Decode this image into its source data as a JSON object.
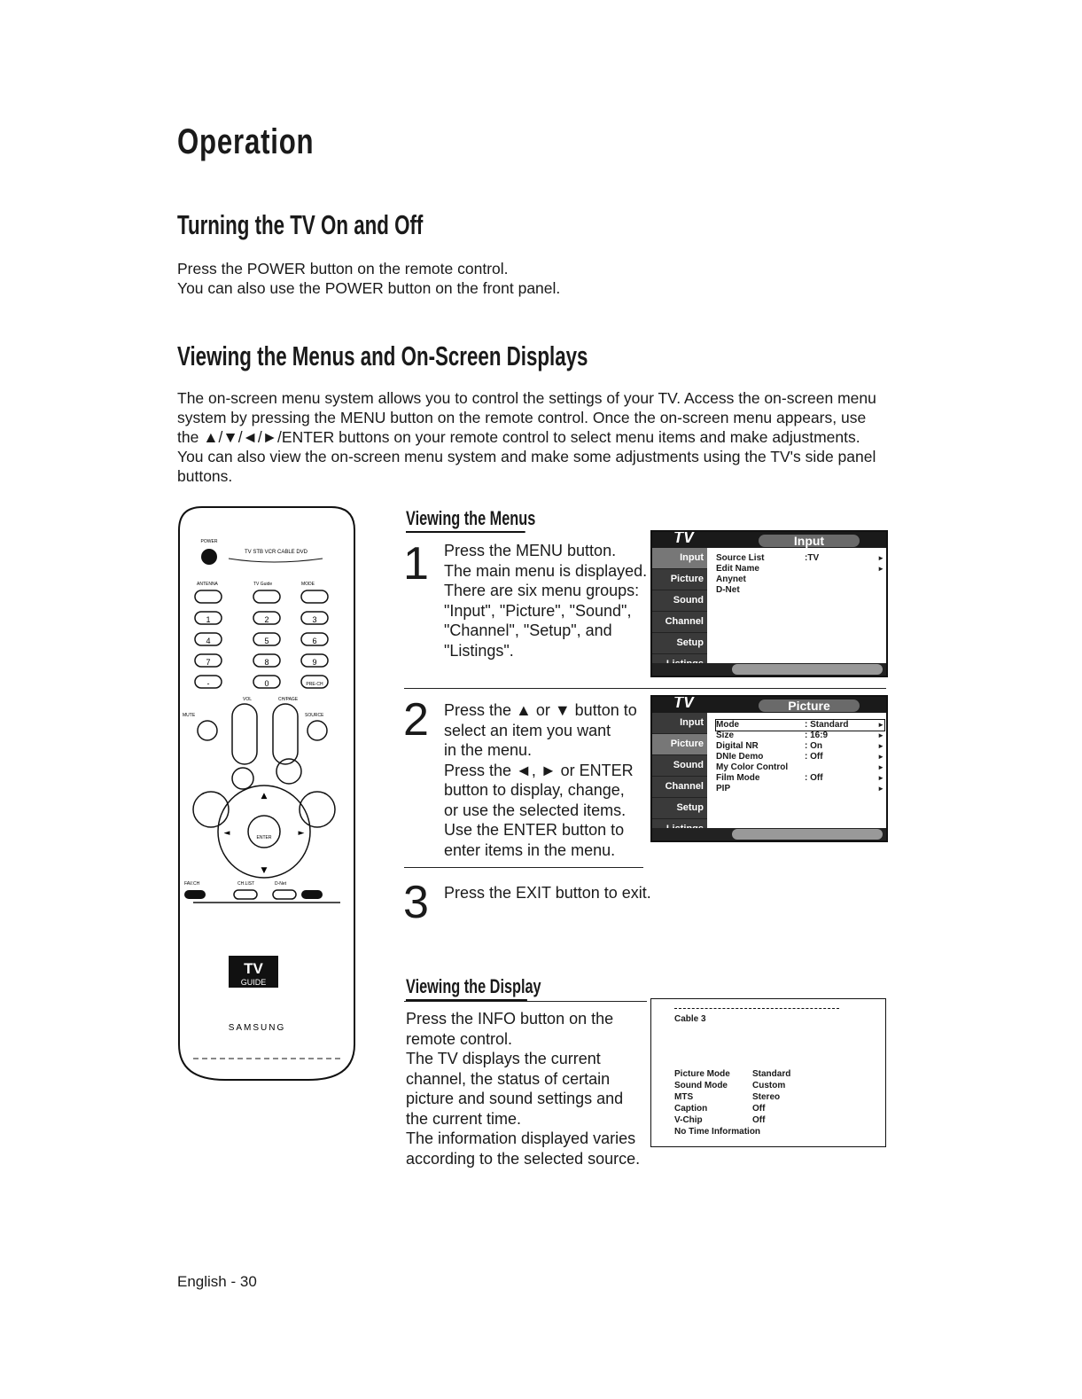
{
  "page_title": "Operation",
  "section1": {
    "heading": "Turning the TV On and Off",
    "lines": [
      "Press the POWER button on the remote control.",
      "You can also use the POWER button on the front panel."
    ]
  },
  "section2": {
    "heading": "Viewing the Menus and On-Screen Displays",
    "lines": [
      "The on-screen menu system allows you to control the settings of your TV. Access the on-screen menu",
      "system by pressing the MENU button on the remote control. Once the on-screen menu appears, use",
      "the ▲/▼/◄/►/ENTER buttons on your remote control to select menu items and make adjustments.",
      "You can also view the on-screen menu system and make some adjustments using the TV's side panel",
      "buttons."
    ]
  },
  "viewing_menus": {
    "heading": "Viewing the Menus",
    "steps": [
      {
        "number": "1",
        "lines": [
          "Press the MENU button.",
          "The main menu is displayed.",
          "There are six menu groups:",
          "\"Input\", \"Picture\", \"Sound\",",
          "\"Channel\", \"Setup\", and",
          "\"Listings\"."
        ]
      },
      {
        "number": "2",
        "lines": [
          "Press the ▲ or ▼ button to",
          "select an item you want",
          "in the menu.",
          "Press the ◄, ► or ENTER",
          "button to display, change,",
          "or use the selected items.",
          "Use the ENTER button to",
          "enter items in the menu."
        ]
      },
      {
        "number": "3",
        "lines": [
          "Press the EXIT button to exit."
        ]
      }
    ]
  },
  "screen_input": {
    "tv_label": "TV",
    "menu_title": "Input",
    "side_tabs": [
      "Input",
      "Picture",
      "Sound",
      "Channel",
      "Setup",
      "Listings"
    ],
    "items": [
      {
        "label": "Source List",
        "value": ":TV",
        "arrow": "►"
      },
      {
        "label": "Edit Name",
        "value": "",
        "arrow": "►"
      },
      {
        "label": "Anynet",
        "value": "",
        "arrow": ""
      },
      {
        "label": "D-Net",
        "value": "",
        "arrow": ""
      }
    ]
  },
  "screen_picture": {
    "tv_label": "TV",
    "menu_title": "Picture",
    "side_tabs": [
      "Input",
      "Picture",
      "Sound",
      "Channel",
      "Setup",
      "Listings"
    ],
    "items": [
      {
        "label": "Mode",
        "value": ": Standard",
        "arrow": "►"
      },
      {
        "label": "Size",
        "value": ": 16:9",
        "arrow": "►"
      },
      {
        "label": "Digital NR",
        "value": ": On",
        "arrow": "►"
      },
      {
        "label": "DNIe Demo",
        "value": ": Off",
        "arrow": "►"
      },
      {
        "label": "My Color Control",
        "value": "",
        "arrow": "►"
      },
      {
        "label": "Film Mode",
        "value": ": Off",
        "arrow": "►"
      },
      {
        "label": "PIP",
        "value": "",
        "arrow": "►"
      }
    ]
  },
  "viewing_display": {
    "heading": "Viewing the Display",
    "lines": [
      "Press the INFO button on the",
      "remote control.",
      "The TV displays the current",
      "channel, the status of certain",
      "picture and sound settings and",
      "the current time.",
      "The information displayed varies",
      "according to the selected source."
    ]
  },
  "info_screen": {
    "channel": "Cable 3",
    "rows": [
      {
        "label": "Picture Mode",
        "value": "Standard"
      },
      {
        "label": "Sound Mode",
        "value": "Custom"
      },
      {
        "label": "MTS",
        "value": "Stereo"
      },
      {
        "label": "Caption",
        "value": "Off"
      },
      {
        "label": "V-Chip",
        "value": "Off"
      }
    ],
    "time_line": "No Time Information"
  },
  "remote": {
    "power_label": "POWER",
    "top_labels": "TV  STB  VCR  CABLE  DVD",
    "row_labels": [
      "ANTENNA",
      "TV Guide",
      "MODE"
    ],
    "keypad": [
      "1",
      "2",
      "3",
      "4",
      "5",
      "6",
      "7",
      "8",
      "9",
      "-",
      "0",
      "PRE-CH"
    ],
    "vol_label": "VOL",
    "ch_label": "CH/PAGE",
    "mute_label": "MUTE",
    "source_label": "SOURCE",
    "enter_label": "ENTER",
    "bottom_labels": [
      "FAV.CH",
      "CH.LIST",
      "D-Net",
      ""
    ],
    "tv_guide_logo": "TV",
    "tv_guide_sub": "GUIDE",
    "brand": "SAMSUNG"
  },
  "footer": "English - 30"
}
